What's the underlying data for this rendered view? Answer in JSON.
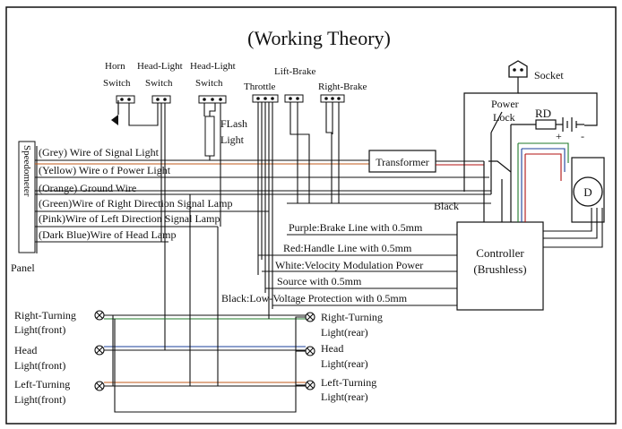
{
  "title": "(Working Theory)",
  "switches": {
    "horn": [
      "Horn",
      "Switch"
    ],
    "headlight": [
      "Head-Light",
      "Switch"
    ],
    "headlight2": [
      "Head-Light",
      "Switch"
    ],
    "throttle": "Throttle",
    "lift_brake": "Lift-Brake",
    "right_brake": "Right-Brake",
    "flash": [
      "FLash",
      "Light"
    ]
  },
  "socket": "Socket",
  "power_lock": [
    "Power",
    "Lock"
  ],
  "rd": "RD",
  "plus": "+",
  "minus": "-",
  "motor": "D",
  "speedometer": "Speedometer",
  "panel": "Panel",
  "panel_wires": [
    "(Grey) Wire  of    Signal  Light",
    "(Yellow) Wire o f  Power  Light",
    "(Orange) Ground Wire",
    "(Green)Wire  of  Right   Direction  Signal Lamp",
    "(Pink)Wire of  Left  Direction  Signal Lamp",
    "(Dark Blue)Wire of  Head  Lamp"
  ],
  "transformer": "Transformer",
  "black": "Black",
  "controller_lines": [
    "Purple:Brake Line with 0.5mm",
    "Red:Handle Line with 0.5mm",
    "White:Velocity Modulation Power",
    "Source with 0.5mm",
    "Black:Low-Voltage Protection with 0.5mm"
  ],
  "controller": [
    "Controller",
    "(Brushless)"
  ],
  "lights_front": [
    [
      "Right-Turning",
      "Light(front)"
    ],
    [
      "Head",
      "Light(front)"
    ],
    [
      "Left-Turning",
      "Light(front)"
    ]
  ],
  "lights_rear": [
    [
      "Right-Turning",
      "Light(rear)"
    ],
    [
      "Head",
      "Light(rear)"
    ],
    [
      "Left-Turning",
      "Light(rear)"
    ]
  ],
  "colors": {
    "ink": "#111111",
    "orange_wire": "#c05a1a",
    "red_wire": "#b01010",
    "green_wire": "#1f7a2a",
    "blue_wire": "#1a3f9a"
  }
}
